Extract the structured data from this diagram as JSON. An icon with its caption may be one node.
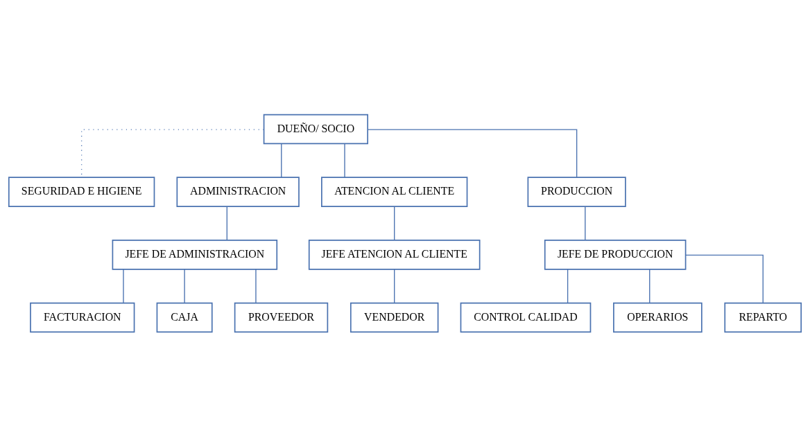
{
  "diagram": {
    "nodes": [
      {
        "text": [
          "DUEÑO/ SOCIO"
        ]
      },
      {
        "text": [
          "SEGURIDAD E HIGIENE"
        ]
      },
      {
        "text": [
          "ADMINISTRACION"
        ]
      },
      {
        "text": [
          "ATENCION AL CLIENTE"
        ]
      },
      {
        "text": [
          "PRODUCCION"
        ]
      },
      {
        "text": [
          "JEFE DE ADMINISTRACION"
        ]
      },
      {
        "text": [
          "JEFE ATENCION AL CLIENTE"
        ]
      },
      {
        "text": [
          "JEFE DE PRODUCCION"
        ]
      },
      {
        "text": [
          "FACTURACION"
        ]
      },
      {
        "text": [
          "CAJA"
        ]
      },
      {
        "text": [
          "PROVEEDOR"
        ]
      },
      {
        "text": [
          "VENDEDOR"
        ]
      },
      {
        "text": [
          "CONTROL CALIDAD"
        ]
      },
      {
        "text": [
          "OPERARIOS"
        ]
      },
      {
        "text": [
          "REPARTO"
        ]
      }
    ],
    "edges": [
      {
        "from": 0,
        "to": 1,
        "arrow": "none",
        "style": "dashed"
      },
      {
        "from": 0,
        "to": 2,
        "arrow": "none"
      },
      {
        "from": 0,
        "to": 3,
        "arrow": "none"
      },
      {
        "from": 0,
        "to": 4,
        "arrow": "none"
      },
      {
        "from": 2,
        "to": 5,
        "arrow": "none"
      },
      {
        "from": 3,
        "to": 6,
        "arrow": "none"
      },
      {
        "from": 4,
        "to": 7,
        "arrow": "none"
      },
      {
        "from": 5,
        "to": 8,
        "arrow": "none"
      },
      {
        "from": 5,
        "to": 9,
        "arrow": "none"
      },
      {
        "from": 5,
        "to": 10,
        "arrow": "none"
      },
      {
        "from": 6,
        "to": 11,
        "arrow": "none"
      },
      {
        "from": 7,
        "to": 12,
        "arrow": "none"
      },
      {
        "from": 7,
        "to": 13,
        "arrow": "none"
      },
      {
        "from": 7,
        "to": 14,
        "arrow": "none"
      }
    ]
  }
}
